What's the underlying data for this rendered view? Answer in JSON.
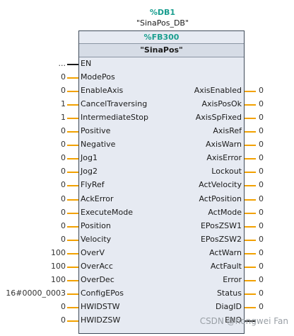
{
  "db": {
    "name": "%DB1",
    "title": "\"SinaPos_DB\""
  },
  "fb": {
    "name": "%FB300",
    "title": "\"SinaPos\""
  },
  "inputs": [
    {
      "label": "EN",
      "value": "..."
    },
    {
      "label": "ModePos",
      "value": "0"
    },
    {
      "label": "EnableAxis",
      "value": "0"
    },
    {
      "label": "CancelTraversing",
      "value": "1"
    },
    {
      "label": "IntermediateStop",
      "value": "1"
    },
    {
      "label": "Positive",
      "value": "0"
    },
    {
      "label": "Negative",
      "value": "0"
    },
    {
      "label": "Jog1",
      "value": "0"
    },
    {
      "label": "Jog2",
      "value": "0"
    },
    {
      "label": "FlyRef",
      "value": "0"
    },
    {
      "label": "AckError",
      "value": "0"
    },
    {
      "label": "ExecuteMode",
      "value": "0"
    },
    {
      "label": "Position",
      "value": "0"
    },
    {
      "label": "Velocity",
      "value": "0"
    },
    {
      "label": "OverV",
      "value": "100"
    },
    {
      "label": "OverAcc",
      "value": "100"
    },
    {
      "label": "OverDec",
      "value": "100"
    },
    {
      "label": "ConfigEPos",
      "value": "16#0000_0003"
    },
    {
      "label": "HWIDSTW",
      "value": "0"
    },
    {
      "label": "HWIDZSW",
      "value": "0"
    }
  ],
  "outputs": [
    {
      "label": "AxisEnabled",
      "value": "0"
    },
    {
      "label": "AxisPosOk",
      "value": "0"
    },
    {
      "label": "AxisSpFixed",
      "value": "0"
    },
    {
      "label": "AxisRef",
      "value": "0"
    },
    {
      "label": "AxisWarn",
      "value": "0"
    },
    {
      "label": "AxisError",
      "value": "0"
    },
    {
      "label": "Lockout",
      "value": "0"
    },
    {
      "label": "ActVelocity",
      "value": "0"
    },
    {
      "label": "ActPosition",
      "value": "0"
    },
    {
      "label": "ActMode",
      "value": "0"
    },
    {
      "label": "EPosZSW1",
      "value": "0"
    },
    {
      "label": "EPosZSW2",
      "value": "0"
    },
    {
      "label": "ActWarn",
      "value": "0"
    },
    {
      "label": "ActFault",
      "value": "0"
    },
    {
      "label": "Error",
      "value": "0"
    },
    {
      "label": "Status",
      "value": "0"
    },
    {
      "label": "DiagID",
      "value": "0"
    },
    {
      "label": "ENO",
      "value": ""
    }
  ],
  "watermark": "CSDN @hongwei Fan"
}
